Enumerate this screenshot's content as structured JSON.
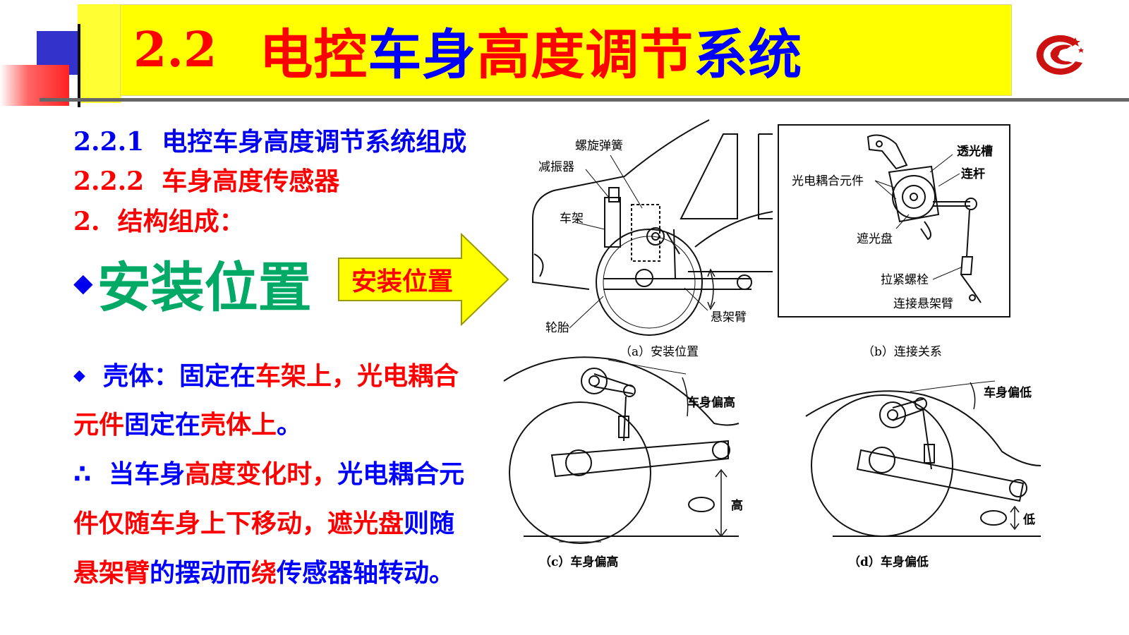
{
  "slide": {
    "title_number": "2.2",
    "title_parts": [
      "电控",
      "车身",
      "高度调节",
      "系统"
    ],
    "headings": {
      "h1_num": "2.2.1",
      "h1_text": "电控车身高度调节系统组成",
      "h2_num": "2.2.2",
      "h2_text": "车身高度传感器",
      "h3_num": "2.",
      "h3_text": "结构组成："
    },
    "bullet_symbol": "◆",
    "install_label": "安装位置",
    "arrow_label": "安装位置",
    "para1": {
      "bullet": "◆",
      "parts": [
        "壳体：固定在",
        "车架上，",
        "光电耦合"
      ]
    },
    "para2": {
      "parts": [
        "元件",
        "固定在",
        "壳体上",
        "。"
      ]
    },
    "para3": {
      "bullet": "∴",
      "parts": [
        "当车身",
        "高度变化时，",
        "光电耦合元"
      ]
    },
    "para4": {
      "parts": [
        "件仅随车身上下移动，",
        "遮光盘",
        "则随"
      ]
    },
    "para5": {
      "parts": [
        "悬架臂",
        "的摆动而",
        "绕",
        "传感器轴转动。"
      ]
    },
    "colors": {
      "red": "#ff0000",
      "blue": "#0000ff",
      "green": "#00aa66",
      "title_bg": "#ffff00"
    }
  },
  "figures": {
    "a": {
      "caption": "（a）安装位置",
      "labels": {
        "spring": "螺旋弹簧",
        "shock": "减振器",
        "frame": "车架",
        "tire": "轮胎",
        "arm": "悬架臂"
      }
    },
    "b": {
      "caption": "（b）连接关系",
      "labels": {
        "slot": "透光槽",
        "rod": "连杆",
        "coupler": "光电耦合元件",
        "disc": "遮光盘",
        "bolt": "拉紧螺栓",
        "arm_link": "连接悬架臂"
      }
    },
    "c": {
      "caption": "（c）车身偏高",
      "labels": {
        "angle": "车身偏高",
        "height": "高"
      }
    },
    "d": {
      "caption": "（d）车身偏低",
      "labels": {
        "angle": "车身偏低",
        "height": "低"
      }
    }
  }
}
